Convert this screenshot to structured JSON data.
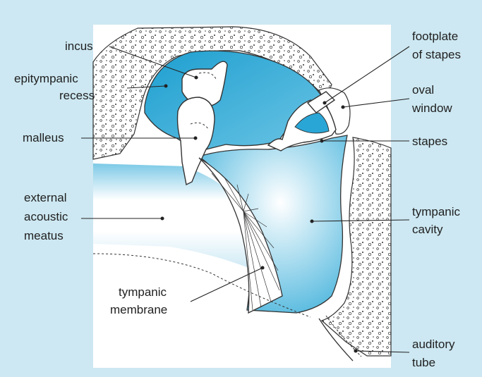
{
  "colors": {
    "frame": "#cde8f2",
    "cavity_blue": "#1d9fd0",
    "cavity_light": "#ffffff",
    "bone_fill": "#ffffff",
    "outline": "#333333",
    "leader": "#222222"
  },
  "labels": {
    "incus": "incus",
    "epitympanic_1": "epitympanic",
    "epitympanic_2": "recess",
    "malleus": "malleus",
    "external_1": "external",
    "external_2": "acoustic",
    "external_3": "meatus",
    "tympanic_membrane_1": "tympanic",
    "tympanic_membrane_2": "membrane",
    "footplate_1": "footplate",
    "footplate_2": "of stapes",
    "oval_1": "oval",
    "oval_2": "window",
    "stapes": "stapes",
    "tympanic_cavity_1": "tympanic",
    "tympanic_cavity_2": "cavity",
    "auditory_1": "auditory",
    "auditory_2": "tube"
  }
}
